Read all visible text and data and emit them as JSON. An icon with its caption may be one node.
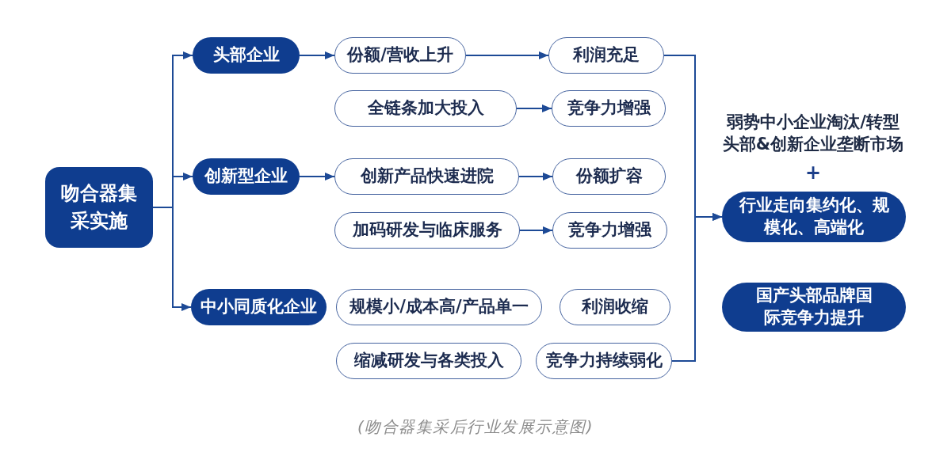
{
  "diagram": {
    "caption": "(吻合器集采后行业发展示意图)",
    "nodes": [
      {
        "text": [
          "吻合器集采实施"
        ]
      },
      {
        "text": [
          "头部企业"
        ]
      },
      {
        "text": [
          "份额/营收上升"
        ]
      },
      {
        "text": [
          "利润充足"
        ]
      },
      {
        "text": [
          "全链条加大投入"
        ]
      },
      {
        "text": [
          "竞争力增强"
        ]
      },
      {
        "text": [
          "创新型企业"
        ]
      },
      {
        "text": [
          "创新产品快速进院"
        ]
      },
      {
        "text": [
          "份额扩容"
        ]
      },
      {
        "text": [
          "加码研发与临床服务"
        ]
      },
      {
        "text": [
          "竞争力增强"
        ]
      },
      {
        "text": [
          "中小同质化企业"
        ]
      },
      {
        "text": [
          "规模小/成本高/产品单一"
        ]
      },
      {
        "text": [
          "利润收缩"
        ]
      },
      {
        "text": [
          "缩减研发与各类投入"
        ]
      },
      {
        "text": [
          "竞争力持续弱化"
        ]
      },
      {
        "text": [
          "行业走向集约化、规模化、高端化"
        ]
      },
      {
        "text": [
          "国产头部品牌国际竞争力提升"
        ]
      }
    ],
    "edges": [
      {
        "from": 0,
        "to": 1,
        "arrow": "to"
      },
      {
        "from": 0,
        "to": 6,
        "arrow": "to"
      },
      {
        "from": 0,
        "to": 11,
        "arrow": "to"
      },
      {
        "from": 1,
        "to": 2,
        "arrow": "to"
      },
      {
        "from": 2,
        "to": 3,
        "arrow": "to"
      },
      {
        "from": 4,
        "to": 5,
        "arrow": "to"
      },
      {
        "from": 6,
        "to": 7,
        "arrow": "to"
      },
      {
        "from": 7,
        "to": 8,
        "arrow": "to"
      },
      {
        "from": 9,
        "to": 10,
        "arrow": "to"
      },
      {
        "from": 3,
        "to": 16,
        "arrow": "to"
      },
      {
        "from": 15,
        "to": 16,
        "arrow": "to"
      }
    ],
    "labels": [
      "弱势中小企业淘汰/转型",
      "头部&创新企业垄断市场",
      "+"
    ]
  }
}
